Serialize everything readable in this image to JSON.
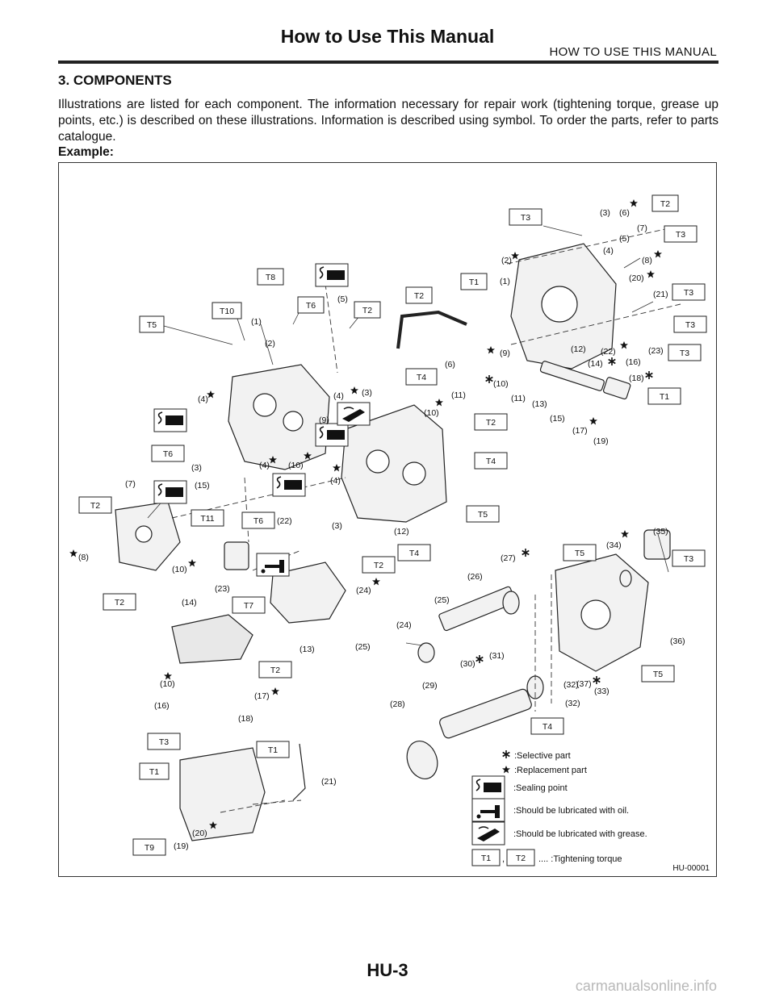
{
  "header": {
    "title": "How to Use This Manual",
    "section_right": "HOW TO USE THIS MANUAL"
  },
  "section": {
    "heading": "3. COMPONENTS",
    "intro": "Illustrations are listed for each component. The information necessary for repair work (tightening torque, grease up points, etc.) is described on these illustrations. Information is described using symbol. To order the parts, refer to parts catalogue.",
    "example_label": "Example:"
  },
  "figure": {
    "id": "HU-00001",
    "torque_labels": [
      "T1",
      "T2",
      "T3",
      "T4",
      "T5",
      "T6",
      "T7",
      "T8",
      "T9",
      "T10",
      "T11"
    ],
    "part_numbers": [
      "(1)",
      "(2)",
      "(3)",
      "(4)",
      "(5)",
      "(6)",
      "(7)",
      "(8)",
      "(9)",
      "(10)",
      "(11)",
      "(12)",
      "(13)",
      "(14)",
      "(15)",
      "(16)",
      "(17)",
      "(18)",
      "(19)",
      "(20)",
      "(21)",
      "(22)",
      "(23)",
      "(24)",
      "(25)",
      "(26)",
      "(27)",
      "(28)",
      "(29)",
      "(30)",
      "(31)",
      "(32)",
      "(33)",
      "(34)",
      "(35)",
      "(36)",
      "(37)"
    ],
    "legend": {
      "selective": ":Selective part",
      "replacement": ":Replacement part",
      "sealing": ":Sealing point",
      "oil": ":Should be lubricated with oil.",
      "grease": ":Should be lubricated with grease.",
      "torque_a": "T1",
      "torque_sep": ",",
      "torque_b": "T2",
      "torque_text": ".... :Tightening torque"
    }
  },
  "footer": {
    "page_number": "HU-3",
    "watermark": "carmanualsonline.info"
  }
}
